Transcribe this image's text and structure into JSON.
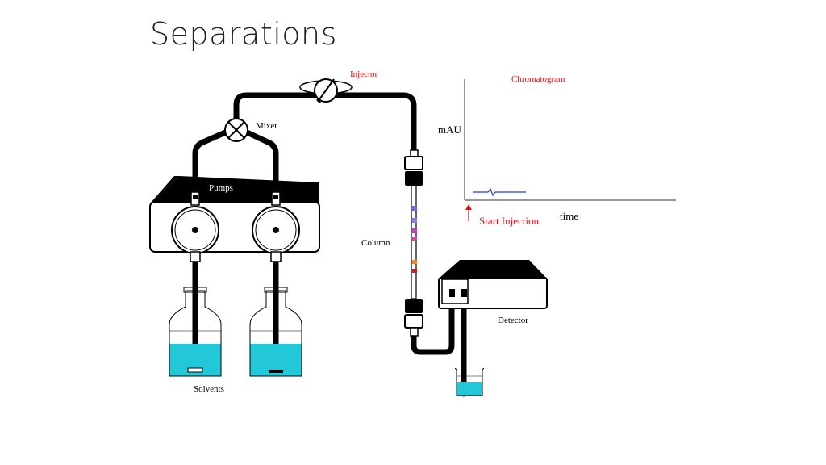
{
  "page": {
    "title": "Separations"
  },
  "labels": {
    "injector": "Injector",
    "mixer": "Mixer",
    "pumps": "Pumps",
    "column": "Column",
    "solvents": "Solvents",
    "detector": "Detector",
    "chromatogram": "Chromatogram",
    "y_axis": "mAU",
    "x_axis": "time",
    "start_injection": "Start Injection"
  },
  "colors": {
    "tubing": "#000000",
    "solvent": "#22c8d8",
    "label_red": "#dd1111",
    "trace": "#1f3fd6",
    "column_bands": [
      "#6a6af0",
      "#8a6af0",
      "#c040c0",
      "#e040a0",
      "#f08a30",
      "#e01818"
    ]
  }
}
